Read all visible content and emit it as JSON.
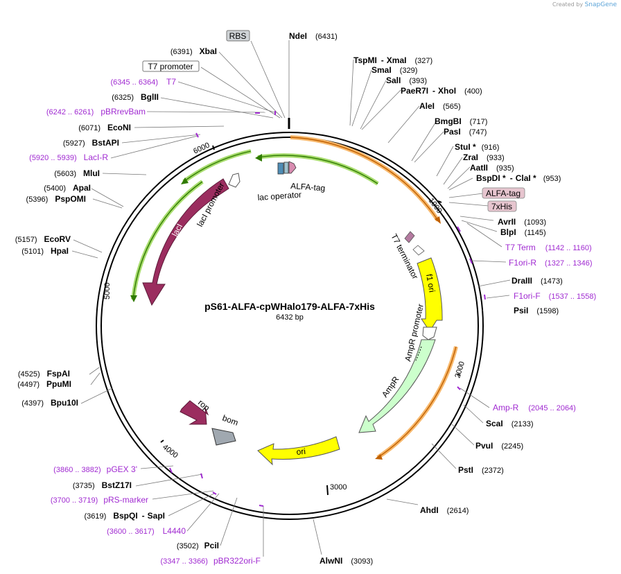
{
  "brand": {
    "prefix": "Created by",
    "name": "SnapGene"
  },
  "plasmid": {
    "name": "pS61-ALFA-cpWHalo179-ALFA-7xHis",
    "size": "6432 bp"
  },
  "ticks": [
    "1000",
    "2000",
    "3000",
    "4000",
    "5000",
    "6000"
  ],
  "enzymes": [
    {
      "name": "NdeI",
      "pos": "(6431)"
    },
    {
      "name": "TspMI",
      "sep": "-",
      "name2": "XmaI",
      "pos": "(327)"
    },
    {
      "name": "SmaI",
      "pos": "(329)"
    },
    {
      "name": "SalI",
      "pos": "(393)"
    },
    {
      "name": "PaeR7I",
      "sep": "-",
      "name2": "XhoI",
      "pos": "(400)"
    },
    {
      "name": "AleI",
      "pos": "(565)"
    },
    {
      "name": "BmgBI",
      "pos": "(717)"
    },
    {
      "name": "PasI",
      "pos": "(747)"
    },
    {
      "name": "StuI *",
      "pos": "(916)"
    },
    {
      "name": "ZraI",
      "pos": "(933)"
    },
    {
      "name": "AatII",
      "pos": "(935)"
    },
    {
      "name": "BspDI *",
      "sep": "-",
      "name2": "ClaI *",
      "pos": "(953)"
    },
    {
      "name": "AvrII",
      "pos": "(1093)"
    },
    {
      "name": "BlpI",
      "pos": "(1145)"
    },
    {
      "name": "DraIII",
      "pos": "(1473)"
    },
    {
      "name": "PsiI",
      "pos": "(1598)"
    },
    {
      "name": "ScaI",
      "pos": "(2133)"
    },
    {
      "name": "PvuI",
      "pos": "(2245)"
    },
    {
      "name": "PstI",
      "pos": "(2372)"
    },
    {
      "name": "AhdI",
      "pos": "(2614)"
    },
    {
      "name": "AlwNI",
      "pos": "(3093)"
    },
    {
      "name": "PciI",
      "pos": "(3502)"
    },
    {
      "name": "BspQI",
      "sep": "-",
      "name2": "SapI",
      "pos": "(3619)"
    },
    {
      "name": "BstZ17I",
      "pos": "(3735)"
    },
    {
      "name": "Bpu10I",
      "pos": "(4397)"
    },
    {
      "name": "PpuMI",
      "pos": "(4497)"
    },
    {
      "name": "FspAI",
      "pos": "(4525)"
    },
    {
      "name": "HpaI",
      "pos": "(5101)"
    },
    {
      "name": "EcoRV",
      "pos": "(5157)"
    },
    {
      "name": "PspOMI",
      "pos": "(5396)"
    },
    {
      "name": "ApaI",
      "pos": "(5400)"
    },
    {
      "name": "MluI",
      "pos": "(5603)"
    },
    {
      "name": "BstAPI",
      "pos": "(5927)"
    },
    {
      "name": "EcoNI",
      "pos": "(6071)"
    },
    {
      "name": "BglII",
      "pos": "(6325)"
    },
    {
      "name": "XbaI",
      "pos": "(6391)"
    }
  ],
  "primers": [
    {
      "name": "T7 Term",
      "range": "(1142 .. 1160)"
    },
    {
      "name": "F1ori-R",
      "range": "(1327 .. 1346)"
    },
    {
      "name": "F1ori-F",
      "range": "(1537 .. 1558)"
    },
    {
      "name": "Amp-R",
      "range": "(2045 .. 2064)"
    },
    {
      "name": "pBR322ori-F",
      "range": "(3347 .. 3366)"
    },
    {
      "name": "L4440",
      "range": "(3600 .. 3617)"
    },
    {
      "name": "pRS-marker",
      "range": "(3700 .. 3719)"
    },
    {
      "name": "pGEX 3'",
      "range": "(3860 .. 3882)"
    },
    {
      "name": "LacI-R",
      "range": "(5920 .. 5939)"
    },
    {
      "name": "pBRrevBam",
      "range": "(6242 .. 6261)"
    },
    {
      "name": "T7",
      "range": "(6345 .. 6364)"
    }
  ],
  "features": {
    "rbs": "RBS",
    "t7_promoter": "T7 promoter",
    "alfa_tag_box": "ALFA-tag",
    "his_box": "7xHis",
    "alfa_tag": "ALFA-tag",
    "lac_operator": "lac operator",
    "laci": "lacI",
    "laci_promoter": "lacI promoter",
    "t7_terminator": "T7 terminator",
    "f1_ori": "f1 ori",
    "ampr_promoter": "AmpR promoter",
    "ampr": "AmpR",
    "ori": "ori",
    "rop": "rop",
    "bom": "bom"
  },
  "colors": {
    "laci": "#9b2d5f",
    "f1ori": "#ffff00",
    "ampr": "#ccffcc",
    "ori": "#ffff00",
    "rop": "#9b2d5f",
    "bom": "#a0a8b0",
    "orange_orf": "#f7b86c",
    "green_orf": "#a8dc6e",
    "primer": "#a02ad1"
  }
}
